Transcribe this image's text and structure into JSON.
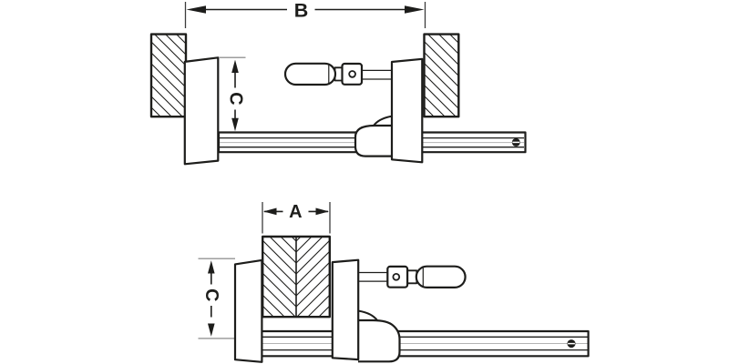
{
  "colors": {
    "outline": "#1d1d1b",
    "tick": "#9e9e9e",
    "ext": "#3c3c3c",
    "background": "#ffffff"
  },
  "diagrams": {
    "top": {
      "labels": {
        "opening_width": "B",
        "jaw_depth": "C"
      }
    },
    "bottom": {
      "labels": {
        "clamping_width": "A",
        "jaw_depth": "C"
      }
    }
  }
}
